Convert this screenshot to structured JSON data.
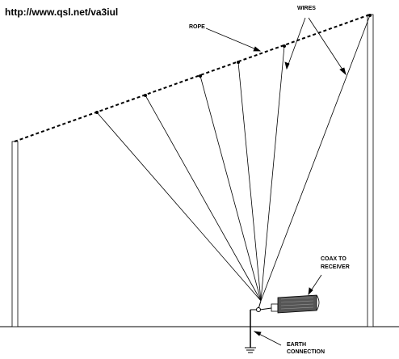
{
  "url_text": "http://www.qsl.net/va3iul",
  "labels": {
    "wires": "WIRES",
    "rope": "ROPE",
    "coax_line1": "COAX TO",
    "coax_line2": "RECEIVER",
    "earth_line1": "EARTH",
    "earth_line2": "CONNECTION"
  },
  "colors": {
    "ink": "#000000",
    "background": "#ffffff"
  }
}
